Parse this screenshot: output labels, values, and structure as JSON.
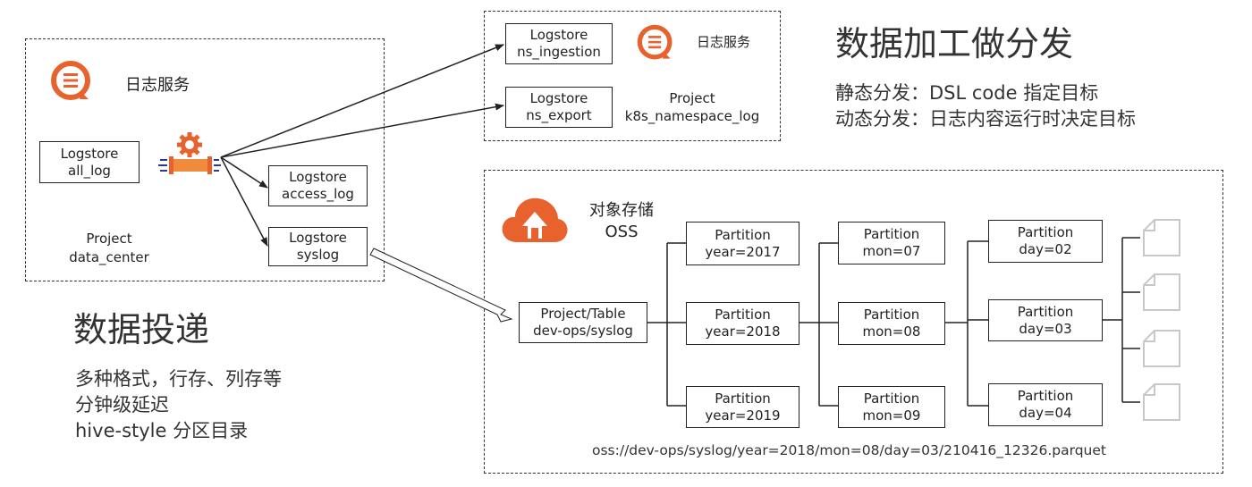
{
  "left": {
    "service_label": "日志服务",
    "source_store": {
      "type": "Logstore",
      "name": "all_log"
    },
    "target_stores": [
      {
        "type": "Logstore",
        "name": "access_log"
      },
      {
        "type": "Logstore",
        "name": "syslog"
      }
    ],
    "project": {
      "label": "Project",
      "name": "data_center"
    }
  },
  "top_right": {
    "service_label": "日志服务",
    "stores": [
      {
        "type": "Logstore",
        "name": "ns_ingestion"
      },
      {
        "type": "Logstore",
        "name": "ns_export"
      }
    ],
    "project": {
      "label": "Project",
      "name": "k8s_namespace_log"
    }
  },
  "processing": {
    "title": "数据加工做分发",
    "lines": [
      "静态分发：DSL code 指定目标",
      "动态分发：日志内容运行时决定目标"
    ]
  },
  "delivery": {
    "title": "数据投递",
    "lines": [
      "多种格式，行存、列存等",
      "分钟级延迟",
      "hive-style 分区目录"
    ]
  },
  "oss": {
    "label_cn": "对象存储",
    "label_en": "OSS",
    "root": {
      "type": "Project/Table",
      "name": "dev-ops/syslog"
    },
    "years": [
      {
        "type": "Partition",
        "name": "year=2017"
      },
      {
        "type": "Partition",
        "name": "year=2018"
      },
      {
        "type": "Partition",
        "name": "year=2019"
      }
    ],
    "months": [
      {
        "type": "Partition",
        "name": "mon=07"
      },
      {
        "type": "Partition",
        "name": "mon=08"
      },
      {
        "type": "Partition",
        "name": "mon=09"
      }
    ],
    "days": [
      {
        "type": "Partition",
        "name": "day=02"
      },
      {
        "type": "Partition",
        "name": "day=03"
      },
      {
        "type": "Partition",
        "name": "day=04"
      }
    ],
    "path": "oss://dev-ops/syslog/year=2018/mon=08/day=03/210416_12326.parquet"
  },
  "colors": {
    "brand_orange": "#E8622E",
    "line": "#222222",
    "doc_gray": "#c8c8c8"
  },
  "icons": [
    "log-service-icon",
    "data-processing-pipe-icon",
    "oss-cloud-icon",
    "file-icon"
  ]
}
